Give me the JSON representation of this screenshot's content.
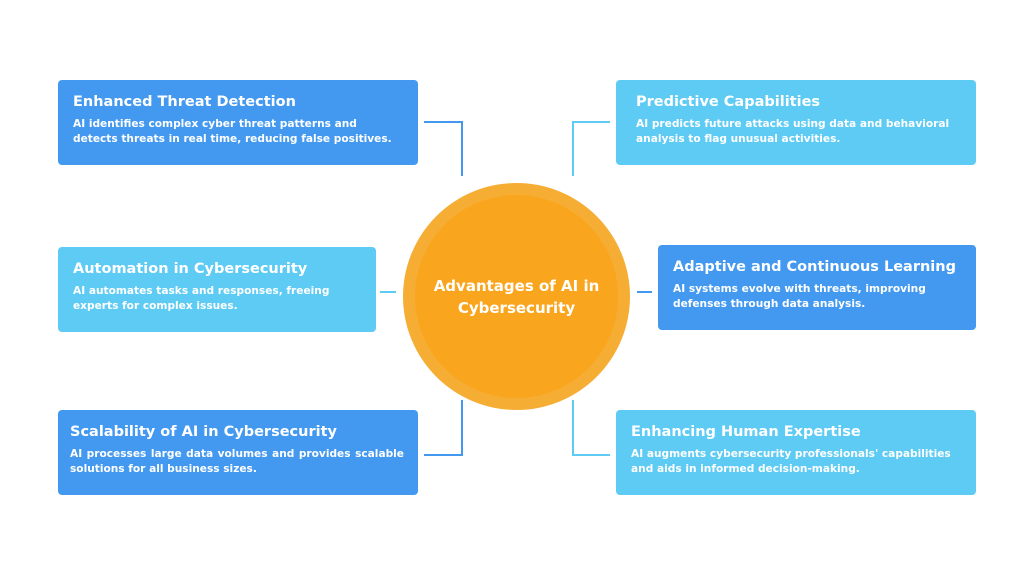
{
  "center": {
    "title": "Advantages of AI in Cybersecurity"
  },
  "colors": {
    "dark_blue": "#4399ef",
    "light_blue": "#5dcbf4",
    "orange": "#f9a51e",
    "ring": "#f6ad33"
  },
  "cards": [
    {
      "title": "Enhanced Threat Detection",
      "text": "AI identifies complex cyber threat patterns and detects threats in real time, reducing false positives."
    },
    {
      "title": "Automation in Cybersecurity",
      "text": "AI automates tasks and responses, freeing experts for complex issues."
    },
    {
      "title": "Scalability of AI in Cybersecurity",
      "text": "AI processes large data volumes and provides scalable solutions for all business sizes."
    },
    {
      "title": "Predictive Capabilities",
      "text": "AI predicts future attacks using data and behavioral analysis to flag unusual activities."
    },
    {
      "title": "Adaptive and Continuous Learning",
      "text": "AI systems evolve with threats, improving defenses through data analysis."
    },
    {
      "title": "Enhancing Human Expertise",
      "text": "AI augments cybersecurity professionals' capabilities and aids in informed decision-making."
    }
  ]
}
